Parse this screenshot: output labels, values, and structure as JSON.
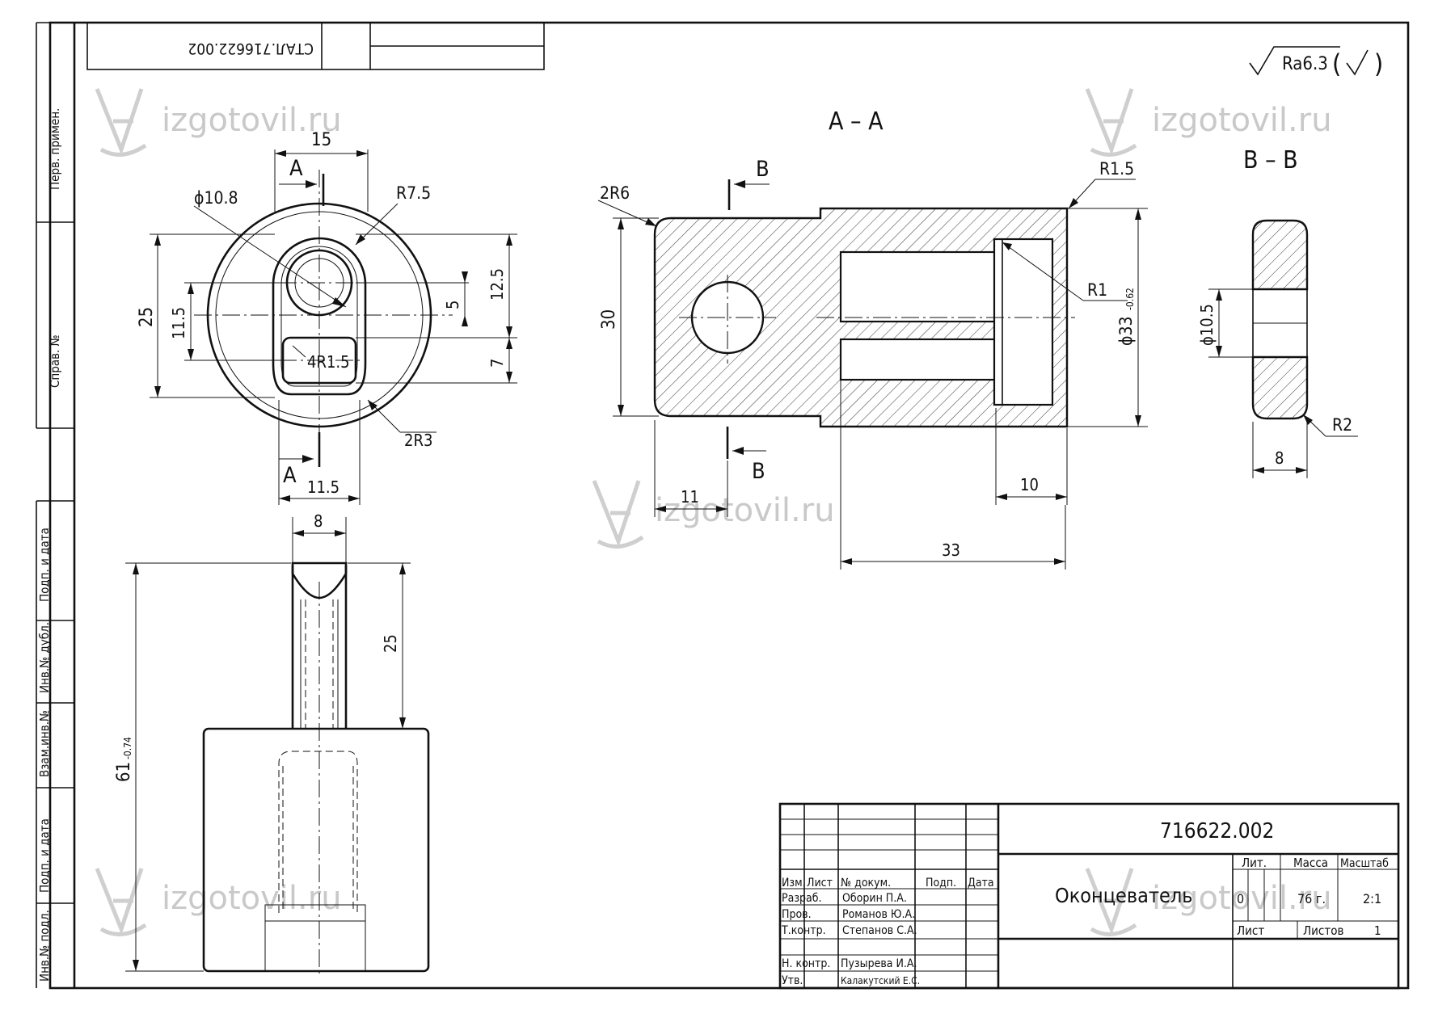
{
  "doc_code": "716622.002",
  "doc_code_rotated": "СТАЛ.716622.002",
  "roughness": "Ra6.3",
  "watermark": "izgotovil.ru",
  "sections": {
    "a": "А – А",
    "b": "В – В",
    "a_letter": "А",
    "b_letter": "В"
  },
  "dims": {
    "d15": "15",
    "phi10_8": "ϕ10.8",
    "r7_5": "R7.5",
    "d25": "25",
    "d11_5_v": "11.5",
    "d12_5": "12.5",
    "d5": "5",
    "d7": "7",
    "r4": "4R1.5",
    "r2r3": "2R3",
    "d11_5_h": "11.5",
    "d8_top": "8",
    "d25_side": "25",
    "d61": "61",
    "d61_tol": "-0.74",
    "r2r6": "2R6",
    "r1_5": "R1.5",
    "r1": "R1",
    "d30": "30",
    "phi33": "ϕ33",
    "phi33_tol": "-0.62",
    "d11": "11",
    "d10": "10",
    "d33": "33",
    "phi10_5": "ϕ10.5",
    "r2": "R2",
    "d8_b": "8"
  },
  "side_stamps": [
    "Перв. примен.",
    "Справ. №",
    "Подп. и дата",
    "Инв.№ дубл.",
    "Взам.инв.№",
    "Подп. и дата",
    "Инв.№ подл."
  ],
  "title_block": {
    "code": "716622.002",
    "name": "Оконцеватель",
    "headers": {
      "izm": "Изм.",
      "list": "Лист",
      "doc": "№ докум.",
      "sign": "Подп.",
      "date": "Дата"
    },
    "rows": [
      {
        "role": "Разраб.",
        "person": "Оборин П.А."
      },
      {
        "role": "Пров.",
        "person": "Романов Ю.А."
      },
      {
        "role": "Т.контр.",
        "person": "Степанов С.А."
      },
      {
        "role": "Н. контр.",
        "person": "Пузырева И.А."
      },
      {
        "role": "Утв.",
        "person": "Калакутский Е.С."
      }
    ],
    "lit_label": "Лит.",
    "mass_label": "Масса",
    "scale_label": "Масштаб",
    "lit_value": "0",
    "mass_value": "76 г.",
    "scale_value": "2:1",
    "sheet_label": "Лист",
    "sheets_label": "Листов",
    "sheets_value": "1"
  }
}
